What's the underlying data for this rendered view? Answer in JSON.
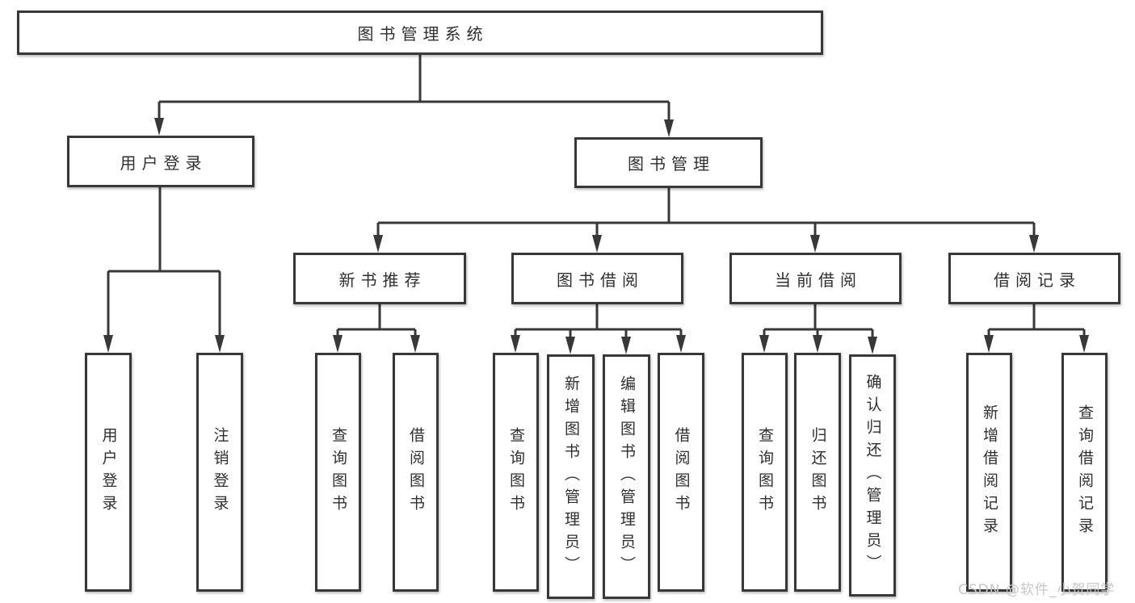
{
  "title": "图书管理系统",
  "tree": {
    "root": {
      "label": "图书管理系统"
    },
    "branches": [
      {
        "label": "用户登录",
        "children": [
          {
            "label": "用户登录"
          },
          {
            "label": "注销登录"
          }
        ]
      },
      {
        "label": "图书管理",
        "children": [
          {
            "label": "新书推荐",
            "children": [
              {
                "label": "查询图书"
              },
              {
                "label": "借阅图书"
              }
            ]
          },
          {
            "label": "图书借阅",
            "children": [
              {
                "label": "查询图书"
              },
              {
                "label": "新增图书（管理员）"
              },
              {
                "label": "编辑图书（管理员）"
              },
              {
                "label": "借阅图书"
              }
            ]
          },
          {
            "label": "当前借阅",
            "children": [
              {
                "label": "查询图书"
              },
              {
                "label": "归还图书"
              },
              {
                "label": "确认归还（管理员）"
              }
            ]
          },
          {
            "label": "借阅记录",
            "children": [
              {
                "label": "新增借阅记录"
              },
              {
                "label": "查询借阅记录"
              }
            ]
          }
        ]
      }
    ]
  },
  "watermark": {
    "text": "CSDN @软件_小贺同学"
  },
  "colors": {
    "line": "#383838",
    "box_border": "#383838",
    "box_fill": "#ffffff",
    "text": "#2f2f2f",
    "watermark": "#c7c7c7",
    "background": "#ffffff"
  }
}
